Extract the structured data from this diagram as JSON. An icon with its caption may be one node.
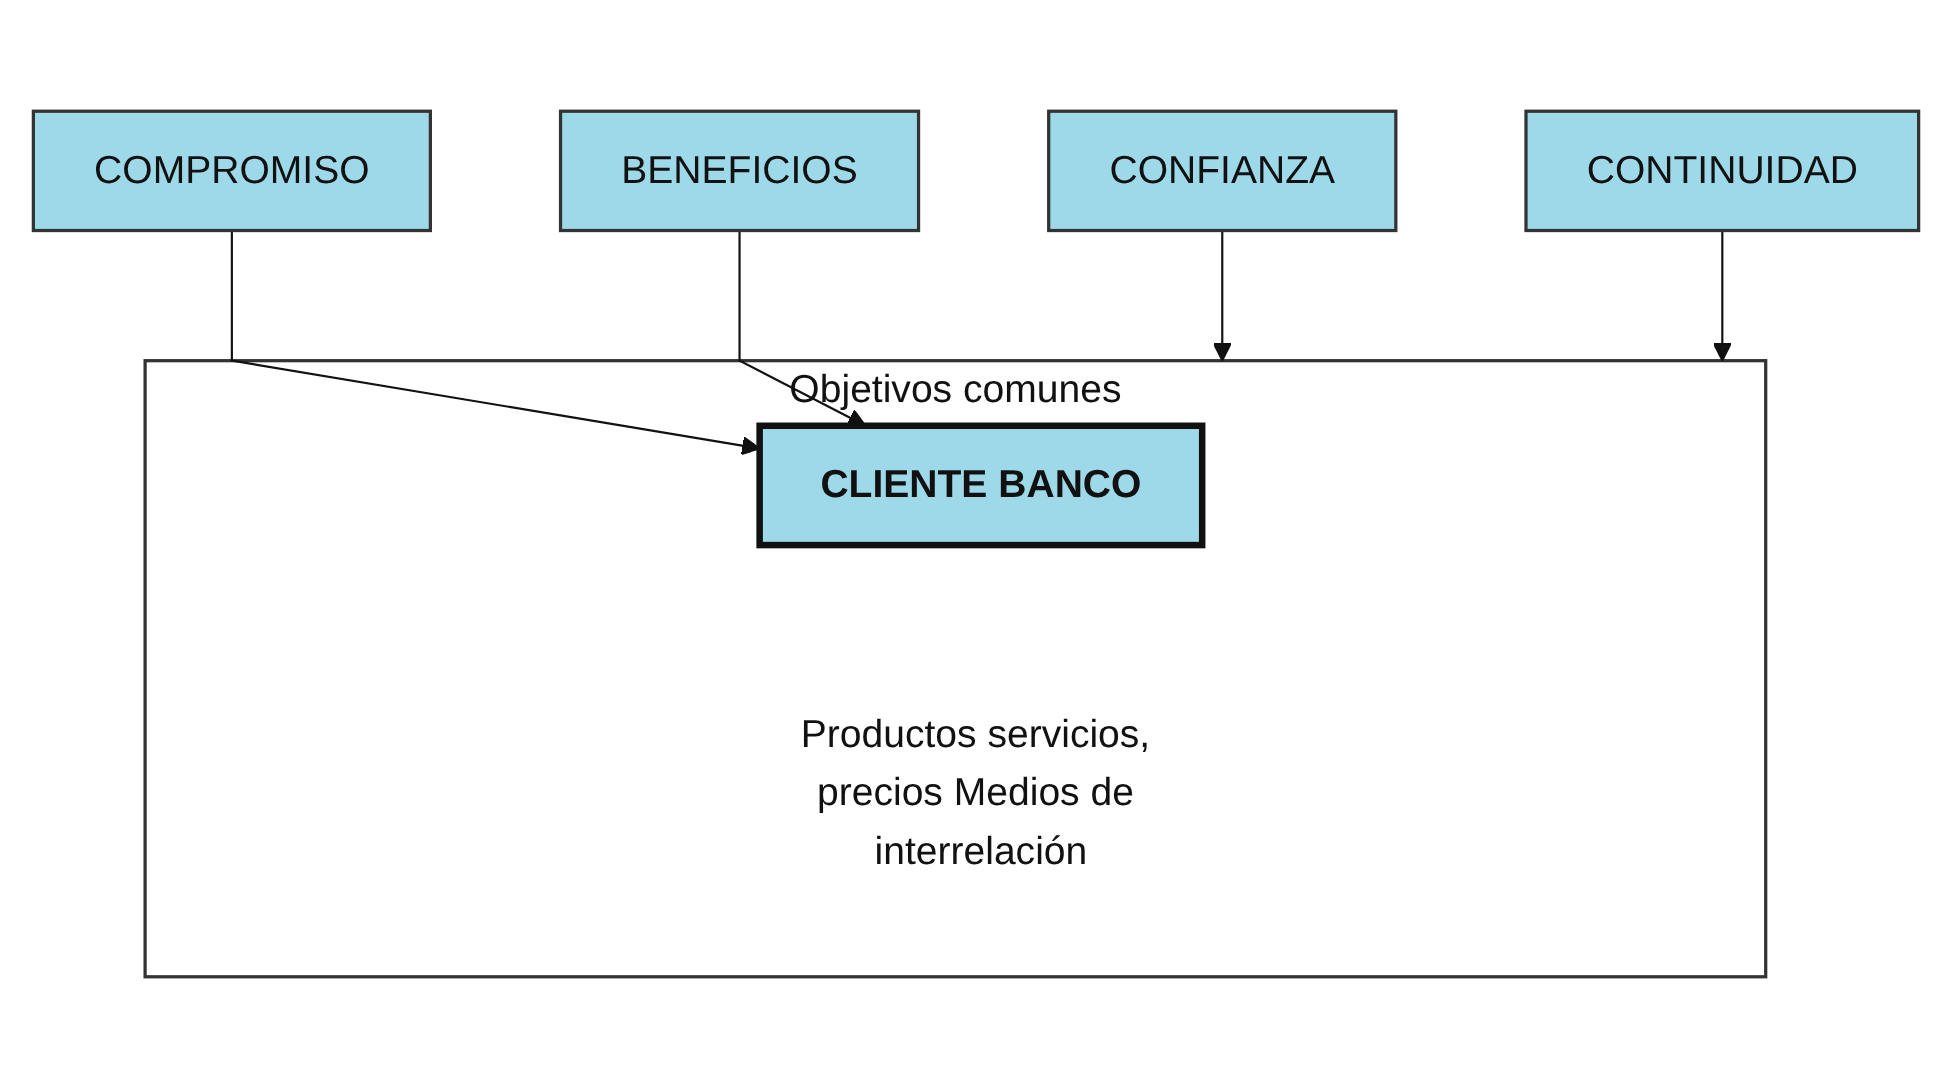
{
  "diagram": {
    "nodes": [
      {
        "text": [
          "CONFIANZA"
        ]
      },
      {
        "text": [
          "COMPROMISO"
        ]
      },
      {
        "text": [
          "Objetivos comunes"
        ]
      },
      {
        "text": [
          "CLIENTE BANCO"
        ],
        "in": 2
      },
      {
        "text": [
          "Productos servicios, precios Medios de interrelación"
        ],
        "in": 2
      },
      {
        "text": [
          "BENEFICIOS"
        ]
      },
      {
        "text": [
          "CONTINUIDAD"
        ]
      }
    ],
    "edges": [
      {
        "from": 0,
        "to": 2,
        "arrow": "to"
      },
      {
        "from": 1,
        "to": 3,
        "arrow": "to"
      },
      {
        "from": 5,
        "to": 3,
        "arrow": "to"
      },
      {
        "from": 6,
        "to": 2,
        "arrow": "to"
      }
    ]
  }
}
